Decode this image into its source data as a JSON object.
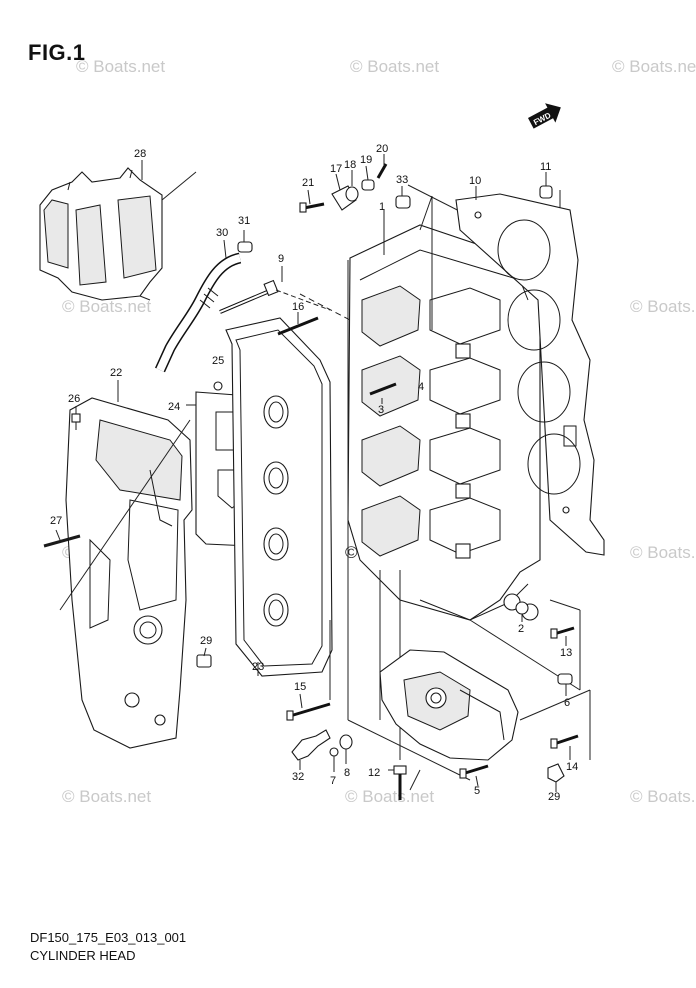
{
  "figure": {
    "title": "FIG.1"
  },
  "footer": {
    "code": "DF150_175_E03_013_001",
    "name": "CYLINDER HEAD"
  },
  "fwd_label": "FWD",
  "watermark": "© Boats.net",
  "callouts": [
    "1",
    "2",
    "3",
    "4",
    "5",
    "6",
    "7",
    "8",
    "9",
    "10",
    "11",
    "12",
    "13",
    "14",
    "15",
    "16",
    "17",
    "18",
    "19",
    "20",
    "21",
    "22",
    "23",
    "24",
    "25",
    "26",
    "27",
    "28",
    "29",
    "29",
    "30",
    "31",
    "32",
    "33"
  ]
}
